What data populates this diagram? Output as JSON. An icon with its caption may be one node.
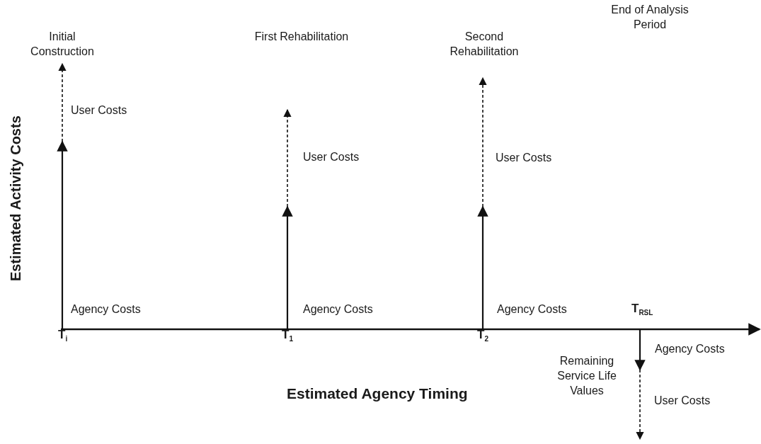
{
  "diagram": {
    "labels": [
      "End of Analysis Period",
      "Initial Construction",
      "First Rehabilitation",
      "Second Rehabilitation",
      "User Costs",
      "User Costs",
      "User Costs",
      "Estimated Activity Costs",
      "Agency Costs",
      "Agency Costs",
      "Agency Costs",
      "T$_{RSL}$",
      "T$_{i}$",
      "T$_{1}$",
      "T$_{2}$",
      "Agency Costs",
      "Remaining Service Life Values",
      "User Costs",
      "Estimated Agency Timing"
    ]
  }
}
